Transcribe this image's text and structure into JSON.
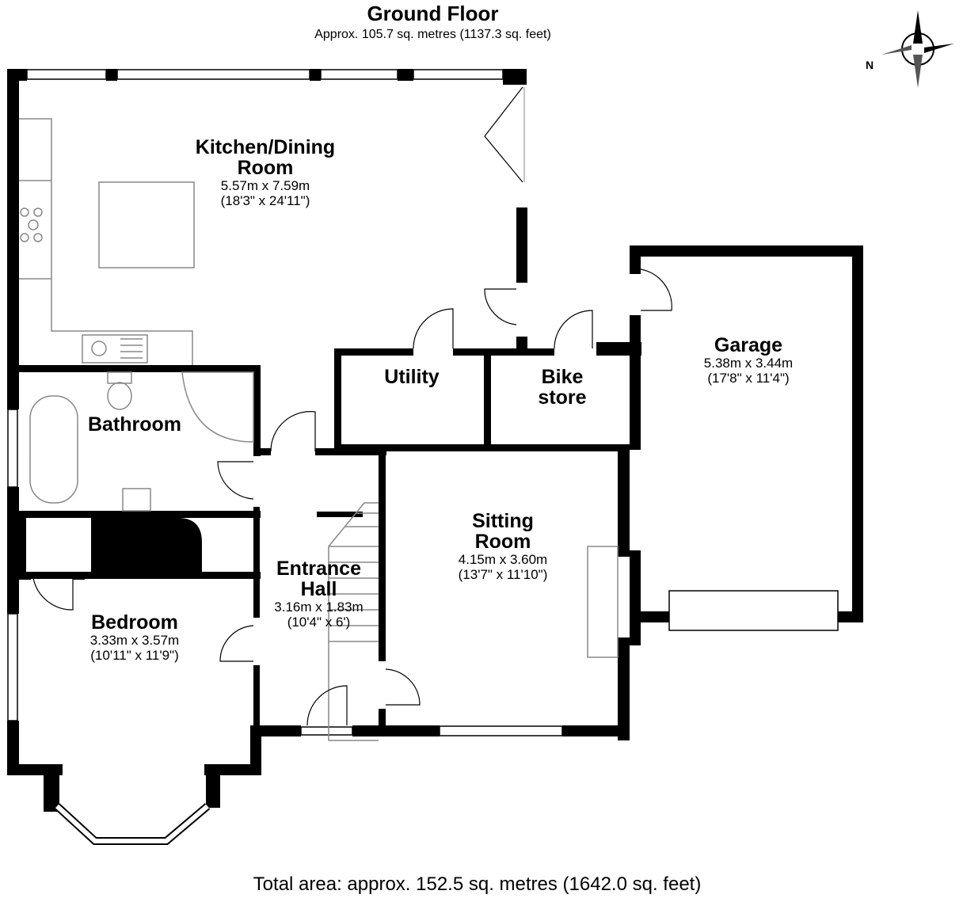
{
  "floor": {
    "title": "Ground Floor",
    "area": "Approx. 105.7 sq. metres (1137.3 sq. feet)"
  },
  "total_area": "Total area: approx. 152.5 sq. metres (1642.0 sq. feet)",
  "compass": {
    "label": "N"
  },
  "rooms": {
    "kitchen": {
      "name_1": "Kitchen/Dining",
      "name_2": "Room",
      "metric": "5.57m x 7.59m",
      "imperial": "(18'3\" x 24'11\")"
    },
    "utility": {
      "name": "Utility"
    },
    "bike": {
      "name_1": "Bike",
      "name_2": "store"
    },
    "garage": {
      "name": "Garage",
      "metric": "5.38m x 3.44m",
      "imperial": "(17'8\" x 11'4\")"
    },
    "bathroom": {
      "name": "Bathroom"
    },
    "sitting": {
      "name_1": "Sitting",
      "name_2": "Room",
      "metric": "4.15m x 3.60m",
      "imperial": "(13'7\" x 11'10\")"
    },
    "hall": {
      "name_1": "Entrance",
      "name_2": "Hall",
      "metric": "3.16m x 1.83m",
      "imperial": "(10'4\" x 6')"
    },
    "bedroom": {
      "name": "Bedroom",
      "metric": "3.33m x 3.57m",
      "imperial": "(10'11\" x 11'9\")"
    }
  },
  "colors": {
    "wall": "#000000",
    "fixture_line": "#888888",
    "background": "#ffffff"
  }
}
